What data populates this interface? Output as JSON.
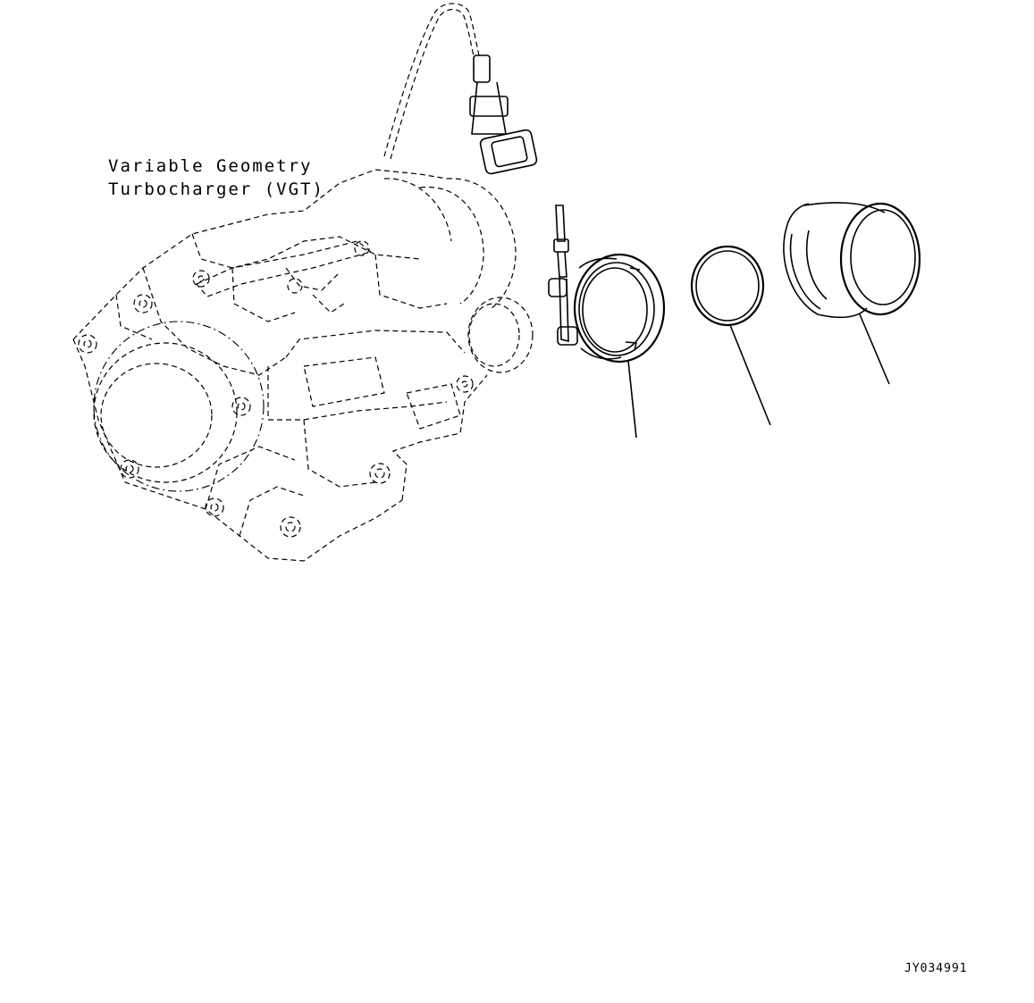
{
  "labels": {
    "component_line1": "Variable Geometry",
    "component_line2": "Turbocharger (VGT)",
    "drawing_number": "JY034991"
  },
  "colors": {
    "background": "#ffffff",
    "ink": "#000000"
  }
}
